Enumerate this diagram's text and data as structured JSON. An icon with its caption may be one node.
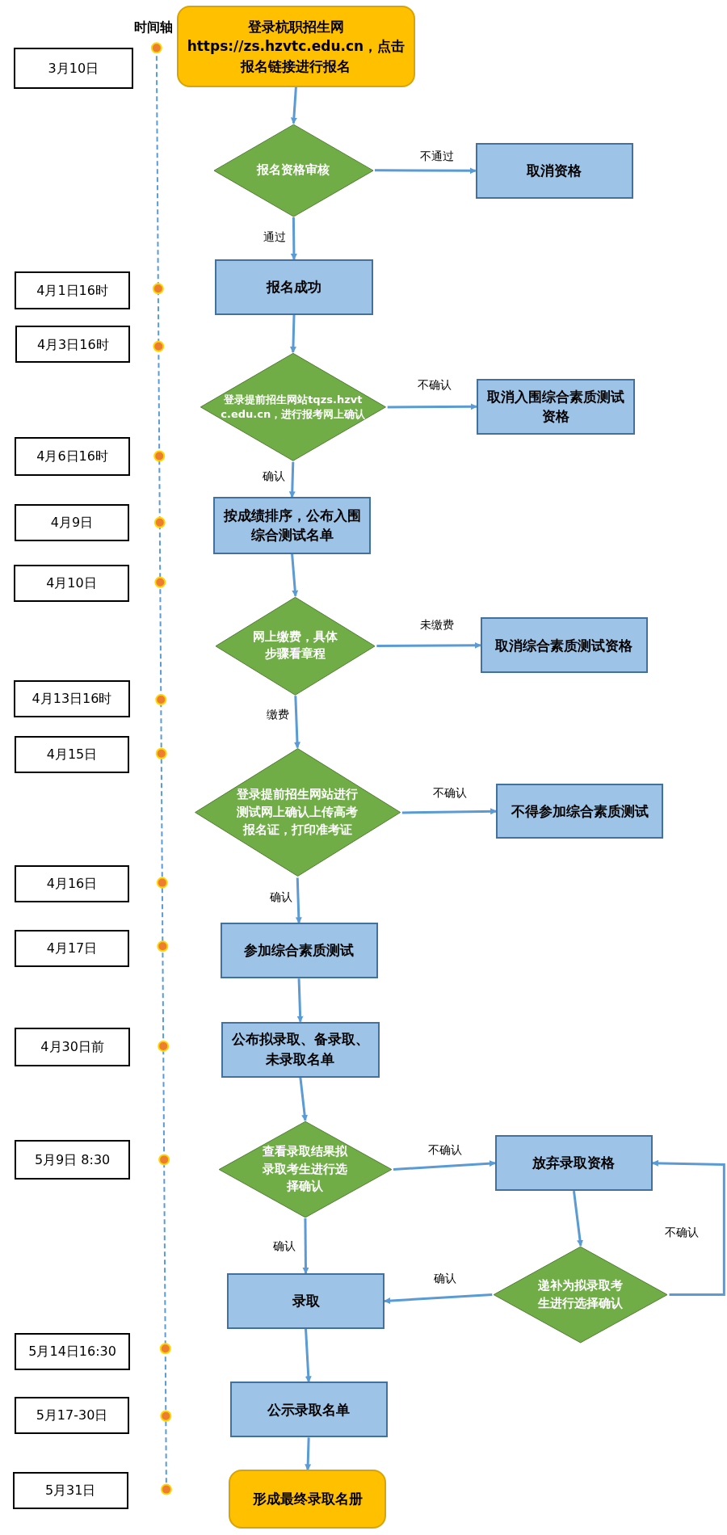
{
  "diagram": {
    "nodes": [
      {
        "text": [
          "登录杭职招生网https://zs.hzvtc.edu.cn，点击报名链接进行报名"
        ]
      },
      {
        "text": [
          "报名资格审核"
        ]
      },
      {
        "text": [
          "取消资格"
        ]
      },
      {
        "text": [
          "报名成功"
        ]
      },
      {
        "text": [
          "登录提前招生网站tqzs.hzvtc.edu.cn，进行报考网上确认"
        ]
      },
      {
        "text": [
          "取消入围综合素质测试资格"
        ]
      },
      {
        "text": [
          "按成绩排序，公布入围综合测试名单"
        ]
      },
      {
        "text": [
          "网上缴费，具体步骤看章程"
        ]
      },
      {
        "text": [
          "取消综合素质测试资格"
        ]
      },
      {
        "text": [
          "登录提前招生网站进行测试网上确认上传高考报名证，打印准考证"
        ]
      },
      {
        "text": [
          "不得参加综合素质测试"
        ]
      },
      {
        "text": [
          "参加综合素质测试"
        ]
      },
      {
        "text": [
          "公布拟录取、备录取、未录取名单"
        ]
      },
      {
        "text": [
          "查看录取结果拟录取考生进行选择确认"
        ]
      },
      {
        "text": [
          "放弃录取资格"
        ]
      },
      {
        "text": [
          "递补为拟录取考生进行选择确认"
        ]
      },
      {
        "text": [
          "录取"
        ]
      },
      {
        "text": [
          "公示录取名单"
        ]
      },
      {
        "text": [
          "形成最终录取名册"
        ]
      },
      {
        "text": [
          "3月10日"
        ]
      },
      {
        "text": [
          "4月1日16时"
        ]
      },
      {
        "text": [
          "4月3日16时"
        ]
      },
      {
        "text": [
          "4月6日16时"
        ]
      },
      {
        "text": [
          "4月9日"
        ]
      },
      {
        "text": [
          "4月10日"
        ]
      },
      {
        "text": [
          "4月13日16时"
        ]
      },
      {
        "text": [
          "4月15日"
        ]
      },
      {
        "text": [
          "4月16日"
        ]
      },
      {
        "text": [
          "4月17日"
        ]
      },
      {
        "text": [
          "4月30日前"
        ]
      },
      {
        "text": [
          "5月9日 8:30"
        ]
      },
      {
        "text": [
          "5月14日16:30"
        ]
      },
      {
        "text": [
          "5月17-30日"
        ]
      },
      {
        "text": [
          "5月31日"
        ]
      }
    ],
    "edges": [
      {
        "from": 0,
        "to": 1,
        "arrow": "to"
      },
      {
        "from": 1,
        "to": 2,
        "arrow": "to",
        "label": "不通过"
      },
      {
        "from": 1,
        "to": 3,
        "arrow": "to",
        "label": "通过"
      },
      {
        "from": 3,
        "to": 4,
        "arrow": "to"
      },
      {
        "from": 4,
        "to": 5,
        "arrow": "to",
        "label": "不确认"
      },
      {
        "from": 4,
        "to": 6,
        "arrow": "to",
        "label": "确认"
      },
      {
        "from": 6,
        "to": 7,
        "arrow": "to"
      },
      {
        "from": 7,
        "to": 8,
        "arrow": "to",
        "label": "未缴费"
      },
      {
        "from": 7,
        "to": 9,
        "arrow": "to",
        "label": "缴费"
      },
      {
        "from": 9,
        "to": 10,
        "arrow": "to",
        "label": "不确认"
      },
      {
        "from": 9,
        "to": 11,
        "arrow": "to",
        "label": "确认"
      },
      {
        "from": 11,
        "to": 12,
        "arrow": "to"
      },
      {
        "from": 12,
        "to": 13,
        "arrow": "to"
      },
      {
        "from": 13,
        "to": 14,
        "arrow": "to",
        "label": "不确认"
      },
      {
        "from": 13,
        "to": 16,
        "arrow": "to",
        "label": "确认"
      },
      {
        "from": 14,
        "to": 15,
        "arrow": "to"
      },
      {
        "from": 15,
        "to": 16,
        "arrow": "to",
        "label": "确认"
      },
      {
        "from": 15,
        "to": 14,
        "arrow": "to",
        "label": "不确认"
      },
      {
        "from": 16,
        "to": 17,
        "arrow": "to"
      },
      {
        "from": 17,
        "to": 18,
        "arrow": "to"
      }
    ],
    "labels": [
      "时间轴"
    ]
  }
}
